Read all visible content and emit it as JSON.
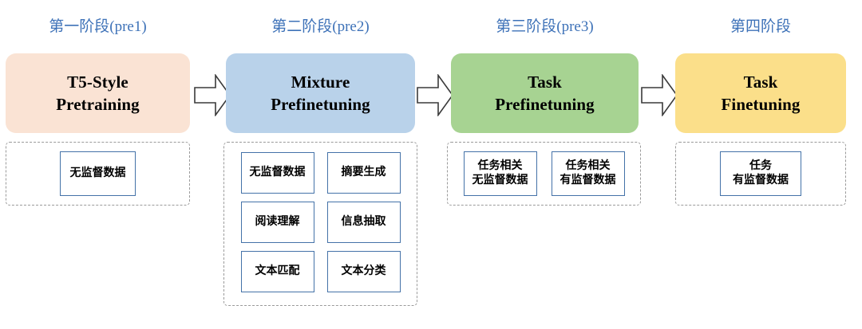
{
  "diagram": {
    "title_color": "#3e72b8",
    "subbox_border_color": "#4472a8",
    "dashed_border_color": "#9a9a9a",
    "arrow_icon_name": "right-block-arrow-icon",
    "stages": [
      {
        "title": "第一阶段(pre1)",
        "box_label": "T5-Style\nPretraining",
        "box_color": "#fae3d4",
        "sub_boxes": [
          "无监督数据"
        ]
      },
      {
        "title": "第二阶段(pre2)",
        "box_label": "Mixture\nPrefinetuning",
        "box_color": "#b9d2ea",
        "sub_boxes": [
          "无监督数据",
          "摘要生成",
          "阅读理解",
          "信息抽取",
          "文本匹配",
          "文本分类"
        ]
      },
      {
        "title": "第三阶段(pre3)",
        "box_label": "Task\nPrefinetuning",
        "box_color": "#a7d392",
        "sub_boxes": [
          "任务相关\n无监督数据",
          "任务相关\n有监督数据"
        ]
      },
      {
        "title": "第四阶段",
        "box_label": "Task\nFinetuning",
        "box_color": "#fbdf8a",
        "sub_boxes": [
          "任务\n有监督数据"
        ]
      }
    ]
  }
}
